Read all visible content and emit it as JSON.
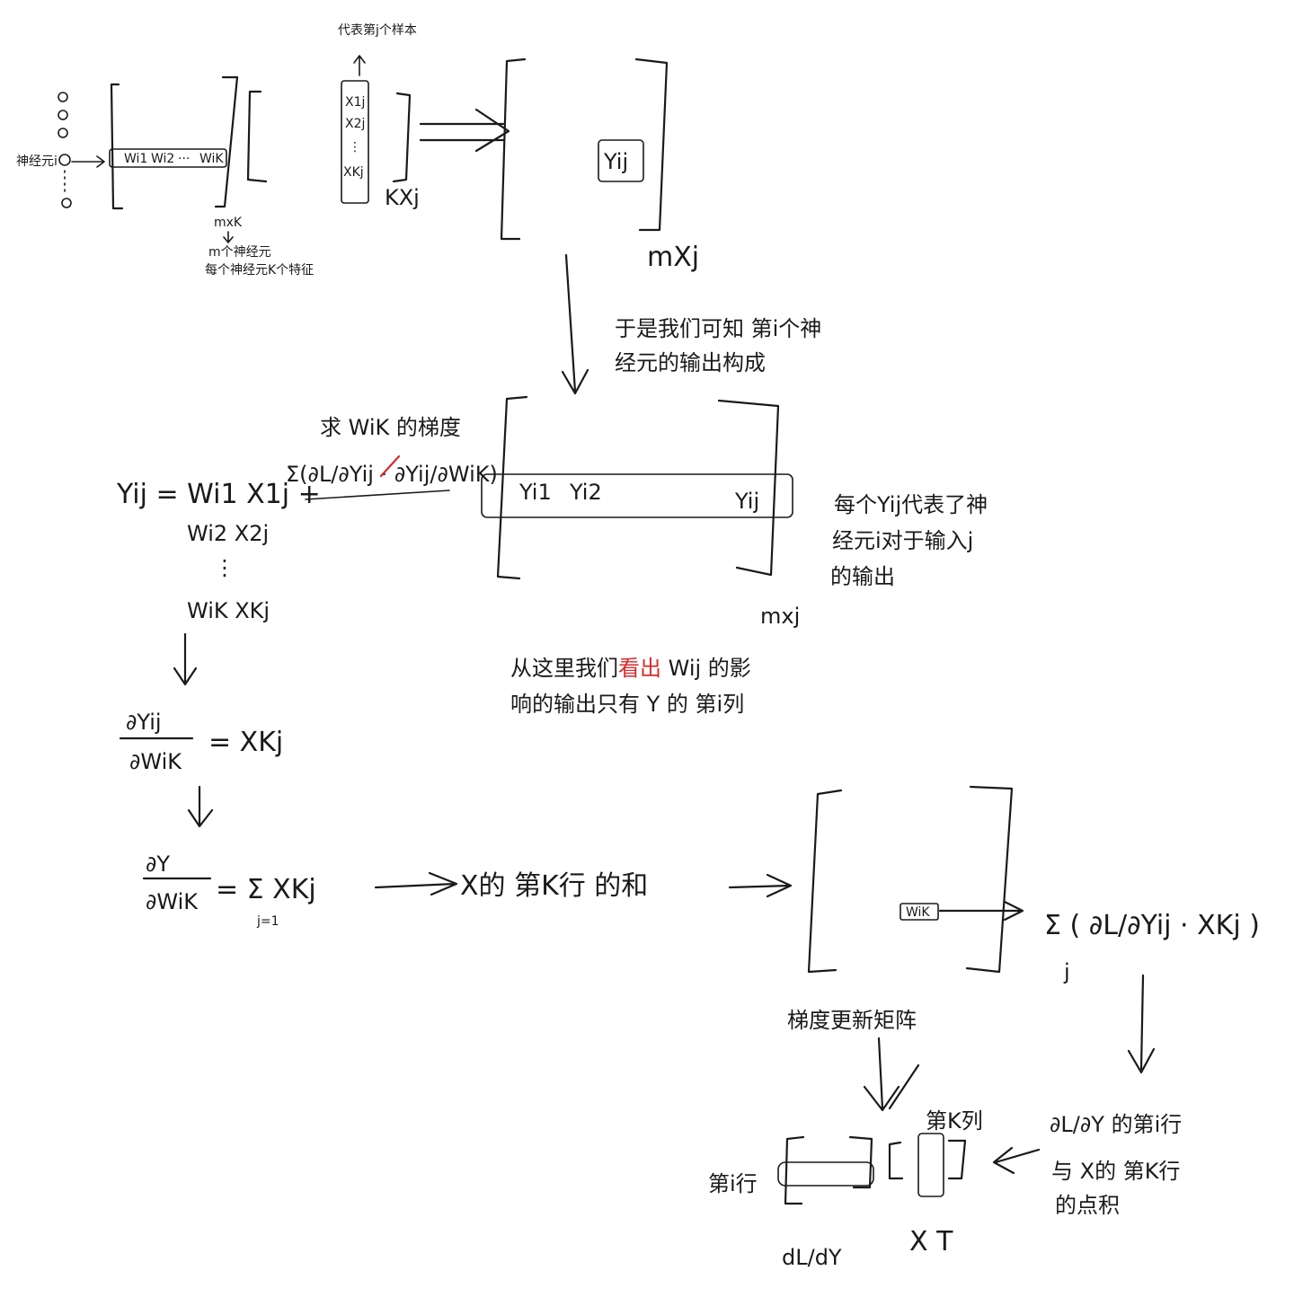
{
  "top": {
    "neuron_label": "神经元i",
    "w_row": [
      "Wi1",
      "Wi2",
      "···",
      "WiK"
    ],
    "mxk_label": "mxK",
    "mxk_note1": "m个神经元",
    "mxk_note2": "每个神经元K个特征",
    "sample_label": "代表第j个样本",
    "x_col": [
      "X1j",
      "X2j",
      "⋮",
      "XKj"
    ],
    "kxj_label": "KXj",
    "yij_cell": "Yij",
    "mxj_label": "mXj"
  },
  "middle": {
    "note1": "于是我们可知 第i个神",
    "note2": "经元的输出构成",
    "grad_title": "求 WiK 的梯度",
    "grad_expr_a": "Σ(∂L/∂Yij · ∂Yij/∂WiK)",
    "row_cells": [
      "Yi1",
      "Yi2",
      "Yij"
    ],
    "row_note1": "每个Yij代表了神",
    "row_note2": "经元i对于输入j",
    "row_note3": "的输出",
    "mxj_label": "mxj",
    "see_prefix": "从这里我们",
    "see_red": "看出",
    "see_suffix": " Wij 的影",
    "see_line2": "响的输出只有 Y 的 第i列"
  },
  "left": {
    "eq_line1": "Yij = Wi1 X1j +",
    "eq_line2": "Wi2 X2j",
    "eq_dots": "⋮",
    "eq_line3": "WiK XKj",
    "deriv_num": "∂Yij",
    "deriv_den": "∂WiK",
    "deriv_rhs": "= XKj",
    "sum_num": "∂Y",
    "sum_den": "∂WiK",
    "sum_rhs": "= Σ XKj",
    "sum_idx": "j=1",
    "row_sum_note": "X的 第K行 的和"
  },
  "bottom": {
    "wik_cell": "WiK",
    "sum_formula": "Σ ( ∂L/∂Yij · XKj )",
    "sum_index": "j",
    "update_note": "梯度更新矩阵",
    "dl_row_note": "∂L/∂Y 的第i行",
    "times_note": "与 X的 第K行",
    "dot_note": "的点积",
    "col_k_label": "第K列",
    "row_i_label": "第i行",
    "dldy_label": "dL/dY",
    "xt_label": "X T"
  }
}
